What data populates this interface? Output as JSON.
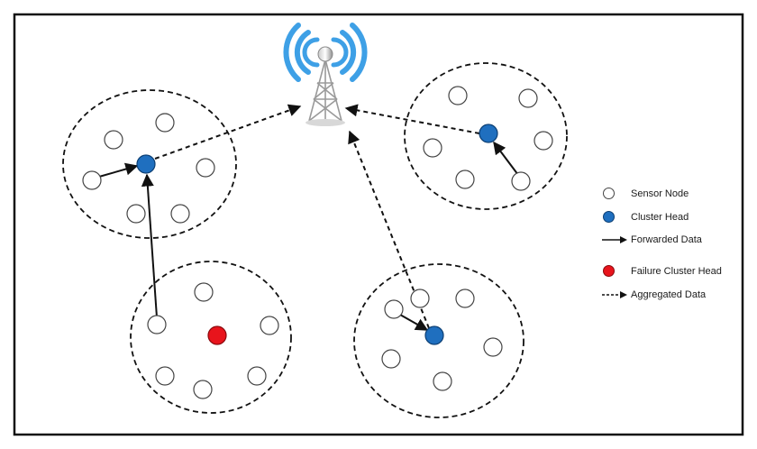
{
  "colors": {
    "sensor_fill": "#ffffff",
    "cluster_head_fill": "#1f6fbf",
    "failure_fill": "#e8141c",
    "wifi": "#3ea0e6",
    "line": "#111111"
  },
  "legend": {
    "sensor_node": "Sensor Node",
    "cluster_head": "Cluster Head",
    "forwarded_data": "Forwarded Data",
    "failure_cluster_head": "Failure Cluster Head",
    "aggregated_data": "Aggregated Data"
  },
  "icons": {
    "base_station": "base-station-tower-icon"
  },
  "clusters": [
    {
      "id": "top-left",
      "head": "normal"
    },
    {
      "id": "top-right",
      "head": "normal"
    },
    {
      "id": "bottom-left",
      "head": "failed"
    },
    {
      "id": "bottom-right",
      "head": "normal"
    }
  ]
}
